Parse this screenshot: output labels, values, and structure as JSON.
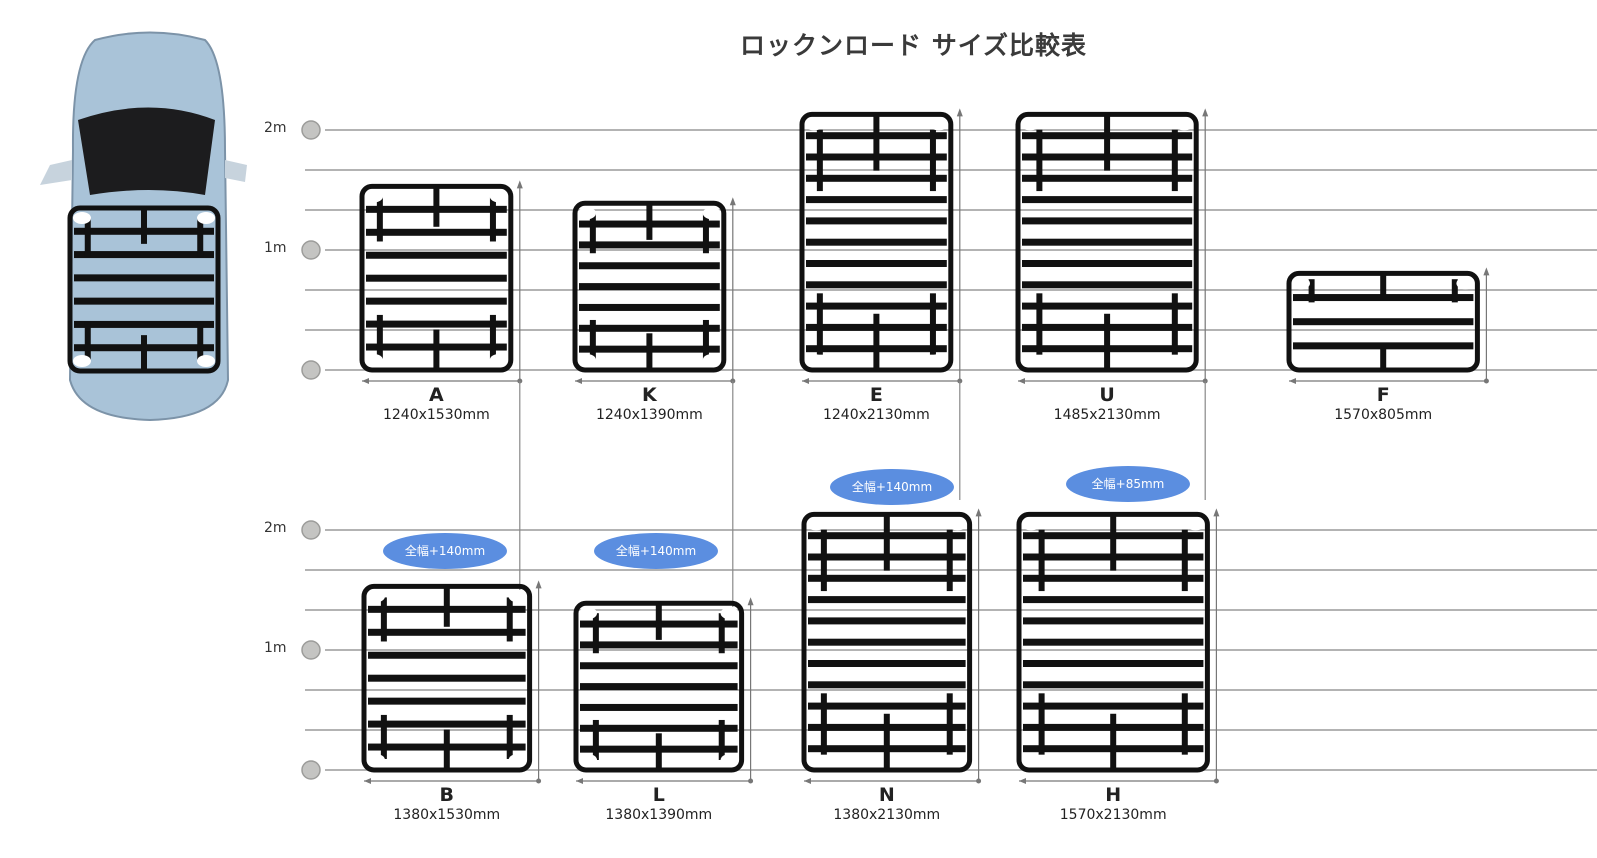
{
  "title": "ロックンロード サイズ比較表",
  "scale_labels": [
    "2m",
    "1m"
  ],
  "colors": {
    "badge": "#5b8ee0",
    "rack": "#111111",
    "grid": "#9a9a9a"
  },
  "racks": [
    {
      "letter": "A",
      "size": "1240x1530mm",
      "width_mm": 1240,
      "depth_mm": 1530
    },
    {
      "letter": "K",
      "size": "1240x1390mm",
      "width_mm": 1240,
      "depth_mm": 1390
    },
    {
      "letter": "E",
      "size": "1240x2130mm",
      "width_mm": 1240,
      "depth_mm": 2130
    },
    {
      "letter": "U",
      "size": "1485x2130mm",
      "width_mm": 1485,
      "depth_mm": 2130
    },
    {
      "letter": "F",
      "size": "1570x805mm",
      "width_mm": 1570,
      "depth_mm": 805
    },
    {
      "letter": "B",
      "size": "1380x1530mm",
      "width_mm": 1380,
      "depth_mm": 1530,
      "badge": "全幅+140mm"
    },
    {
      "letter": "L",
      "size": "1380x1390mm",
      "width_mm": 1380,
      "depth_mm": 1390,
      "badge": "全幅+140mm"
    },
    {
      "letter": "N",
      "size": "1380x2130mm",
      "width_mm": 1380,
      "depth_mm": 2130,
      "badge": "全幅+140mm"
    },
    {
      "letter": "H",
      "size": "1570x2130mm",
      "width_mm": 1570,
      "depth_mm": 2130,
      "badge": "全幅+85mm"
    }
  ]
}
